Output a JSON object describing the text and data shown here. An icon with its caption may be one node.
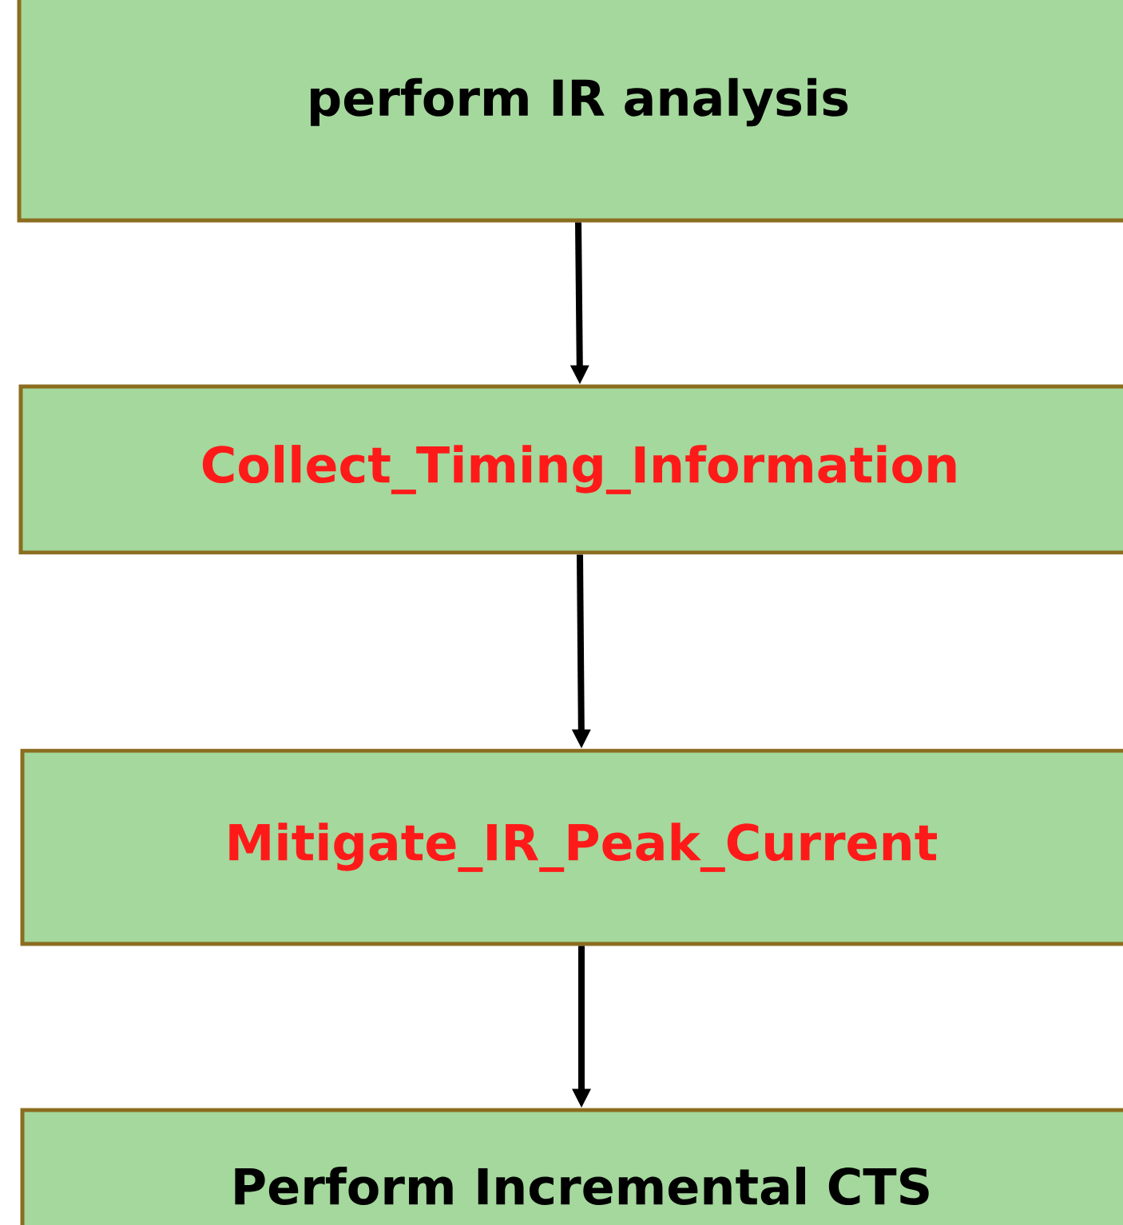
{
  "diagram": {
    "nodes": [
      {
        "text": [
          "perform IR analysis"
        ]
      },
      {
        "text": [
          "Collect_Timing_Information"
        ]
      },
      {
        "text": [
          "Mitigate_IR_Peak_Current"
        ]
      },
      {
        "text": [
          "Perform Incremental CTS"
        ]
      }
    ],
    "edges": [
      {
        "from": 0,
        "to": 1,
        "arrow": "to"
      },
      {
        "from": 1,
        "to": 2,
        "arrow": "to"
      },
      {
        "from": 2,
        "to": 3,
        "arrow": "to"
      }
    ]
  }
}
